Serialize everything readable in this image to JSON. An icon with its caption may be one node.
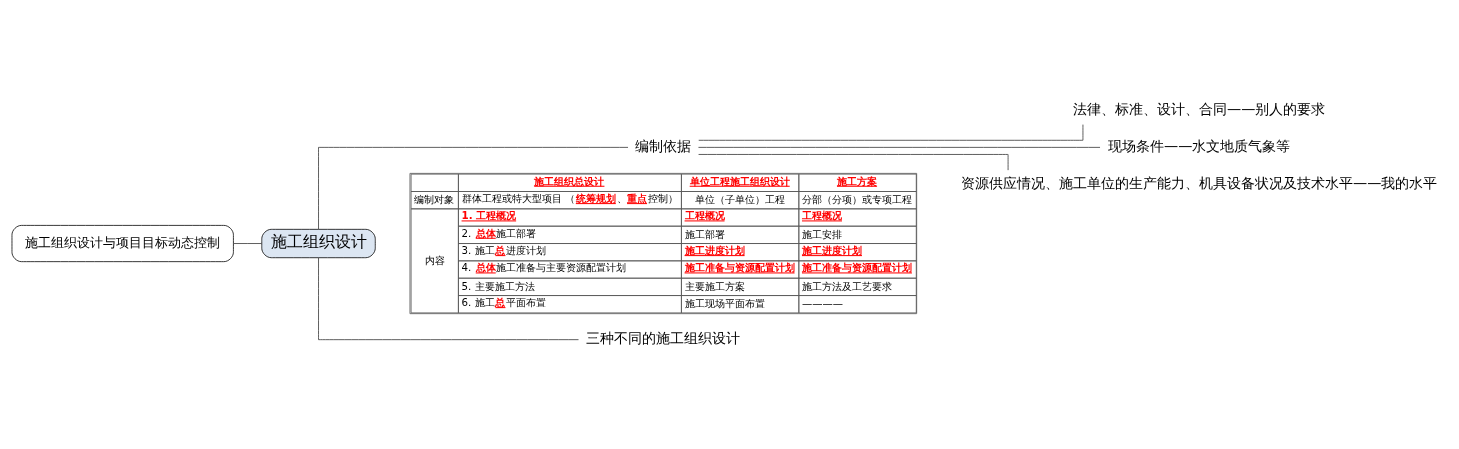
{
  "diagram": {
    "nodes": [
      {
        "text": [
          "施工组织设计与项目目标动态控制"
        ]
      },
      {
        "text": [
          "施工组织设计"
        ]
      },
      {
        "text": [
          "编制依据"
        ]
      },
      {
        "text": [
          "法律、标准、设计、合同——别人的要求"
        ]
      },
      {
        "text": [
          "现场条件——水文地质气象等"
        ]
      },
      {
        "text": [
          "资源供应情况、施工单位的生产能力、机具设备状况及技术水平——我的水平"
        ]
      },
      {
        "text": [
          "三种不同的施工组织设计"
        ]
      }
    ],
    "edges": [
      {
        "from": 0,
        "to": 1,
        "arrow": "none"
      },
      {
        "from": 1,
        "to": 2,
        "arrow": "none"
      },
      {
        "from": 2,
        "to": 3,
        "arrow": "none"
      },
      {
        "from": 2,
        "to": 4,
        "arrow": "none"
      },
      {
        "from": 2,
        "to": 5,
        "arrow": "none"
      },
      {
        "from": 1,
        "to": 6,
        "arrow": "none"
      }
    ],
    "labels": [
      "施工组织总设计",
      "单位工程施工组织设计",
      "施工方案",
      "编制对象",
      "群体工程或特大型项目 （**统筹规划**、**重点**控制）",
      "单位（子单位）工程",
      "分部（分项）或专项工程",
      "内容",
      "1. 工程概况",
      "工程概况",
      "工程概况",
      "2. **总体**施工部署",
      "施工部署",
      "施工安排",
      "3. 施工**总**进度计划",
      "施工进度计划",
      "施工进度计划",
      "4. **总体**施工准备与主要资源配置计划",
      "施工准备与资源配置计划",
      "施工准备与资源配置计划",
      "5. 主要施工方法",
      "主要施工方案",
      "施工方法及工艺要求",
      "6. 施工**总**平面布置",
      "施工现场平面布置",
      "————"
    ]
  }
}
